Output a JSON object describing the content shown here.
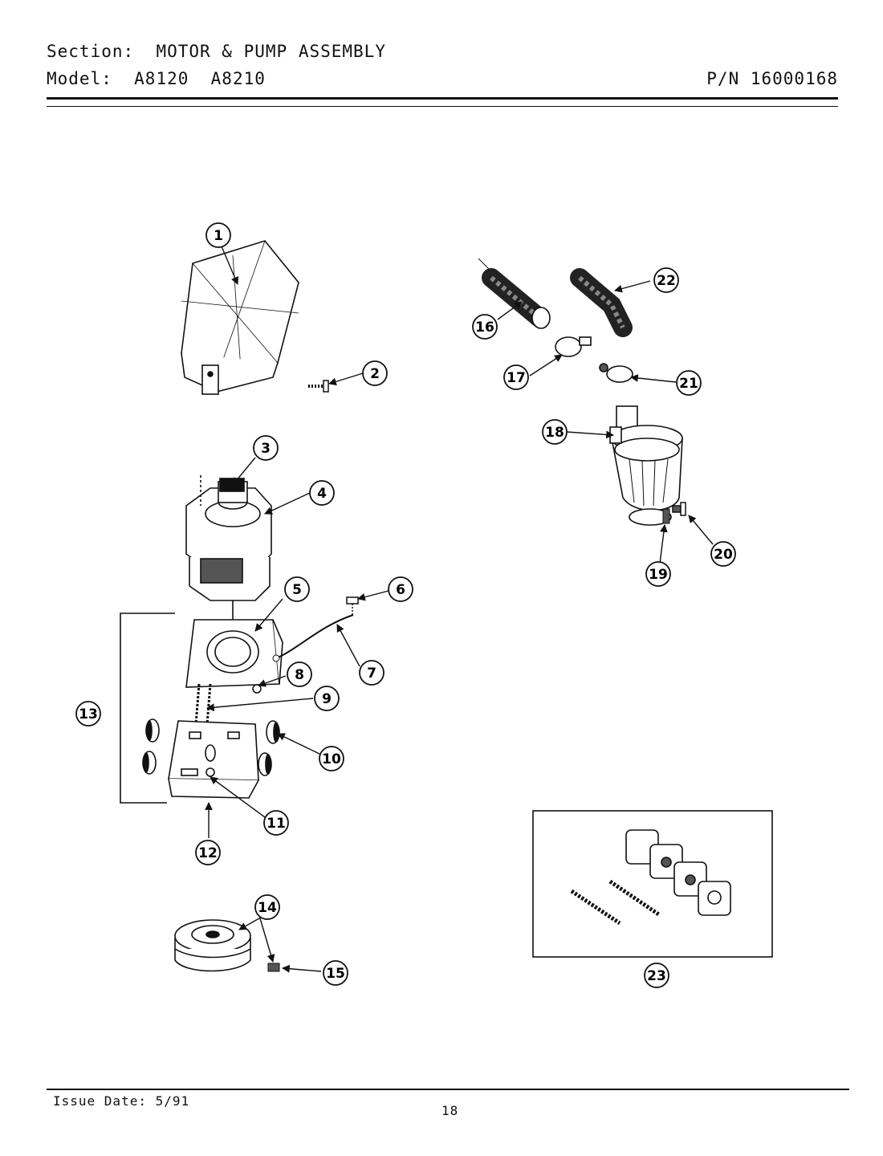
{
  "header": {
    "section_label": "Section:",
    "section_value": "MOTOR & PUMP ASSEMBLY",
    "model_label": "Model:",
    "model_value": "A8120  A8210",
    "part_number": "P/N 16000168"
  },
  "footer": {
    "issue_date": "Issue Date: 5/91",
    "page_number": "18"
  },
  "callouts": [
    "1",
    "2",
    "3",
    "4",
    "5",
    "6",
    "7",
    "8",
    "9",
    "10",
    "11",
    "12",
    "13",
    "14",
    "15",
    "16",
    "17",
    "18",
    "19",
    "20",
    "21",
    "22",
    "23"
  ]
}
